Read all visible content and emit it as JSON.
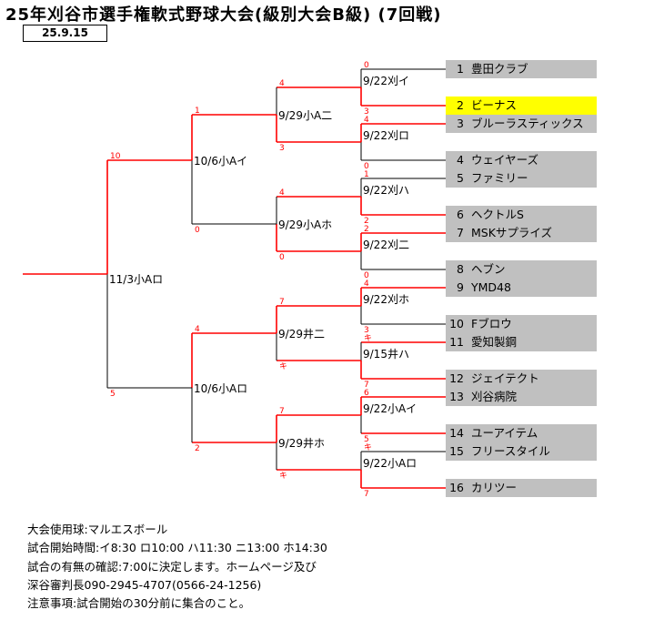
{
  "title": "25年刈谷市選手権軟式野球大会(級別大会B級) (7回戦)",
  "date": "25.9.15",
  "teams": [
    {
      "num": "1",
      "name": "豊田クラブ"
    },
    {
      "num": "2",
      "name": "ビーナス"
    },
    {
      "num": "3",
      "name": "ブルーラスティックス"
    },
    {
      "num": "4",
      "name": "ウェイヤーズ"
    },
    {
      "num": "5",
      "name": "ファミリー"
    },
    {
      "num": "6",
      "name": "ヘクトルS"
    },
    {
      "num": "7",
      "name": "MSKサプライズ"
    },
    {
      "num": "8",
      "name": "ヘブン"
    },
    {
      "num": "9",
      "name": "YMD48"
    },
    {
      "num": "10",
      "name": "Fブロウ"
    },
    {
      "num": "11",
      "name": "愛知製鋼"
    },
    {
      "num": "12",
      "name": "ジェイテクト"
    },
    {
      "num": "13",
      "name": "刈谷病院"
    },
    {
      "num": "14",
      "name": "ユーアイテム"
    },
    {
      "num": "15",
      "name": "フリースタイル"
    },
    {
      "num": "16",
      "name": "カリツー"
    }
  ],
  "highlight_color": "#ffff00",
  "line_color": "#ff0000",
  "round1": [
    "9/22刈イ",
    "9/22刈ロ",
    "9/22刈ハ",
    "9/22刈二",
    "9/22刈ホ",
    "9/15井ハ",
    "9/22小Aイ",
    "9/22小Aロ"
  ],
  "round2": [
    "9/29小A二",
    "9/29小Aホ",
    "9/29井二",
    "9/29井ホ"
  ],
  "round3": [
    "10/6小Aイ",
    "10/6小Aロ"
  ],
  "final": "11/3小Aロ",
  "scores_round1": [
    [
      "0",
      "3"
    ],
    [
      "4",
      "0"
    ],
    [
      "1",
      "2"
    ],
    [
      "2",
      "0"
    ],
    [
      "4",
      "3"
    ],
    [
      "キ",
      "7"
    ],
    [
      "6",
      "5"
    ],
    [
      "キ",
      "7"
    ]
  ],
  "scores_round2": [
    [
      "4",
      "3"
    ],
    [
      "4",
      "0"
    ],
    [
      "7",
      "キ"
    ],
    [
      "7",
      "キ"
    ]
  ],
  "scores_round3": [
    [
      "1",
      "0"
    ],
    [
      "4",
      "2"
    ]
  ],
  "scores_final": [
    "10",
    "5"
  ],
  "notes": [
    "大会使用球:マルエスボール",
    "試合開始時間:イ8:30 ロ10:00 ハ11:30 ニ13:00 ホ14:30",
    "試合の有無の確認:7:00に決定します。ホームページ及び",
    "深谷審判長090-2945-4707(0566-24-1256)",
    "注意事項:試合開始の30分前に集合のこと。"
  ]
}
